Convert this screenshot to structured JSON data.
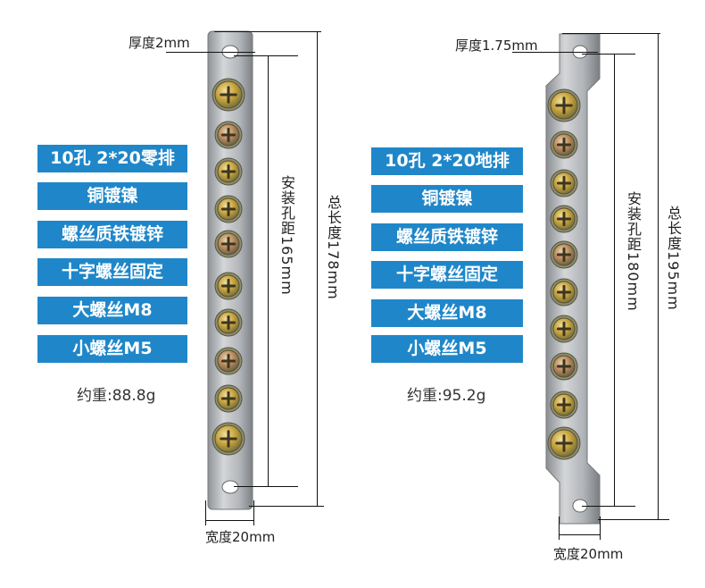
{
  "left": {
    "labels": [
      "10孔  2*20零排",
      "铜镀镍",
      "螺丝质铁镀锌",
      "十字螺丝固定",
      "大螺丝M8",
      "小螺丝M5"
    ],
    "weight": "约重:88.8g",
    "thickness": "厚度2mm",
    "width": "宽度20mm",
    "hole_distance": "安装孔距165mm",
    "total_length": "总长度178mm"
  },
  "right": {
    "labels": [
      "10孔  2*20地排",
      "铜镀镍",
      "螺丝质铁镀锌",
      "十字螺丝固定",
      "大螺丝M8",
      "小螺丝M5"
    ],
    "weight": "约重:95.2g",
    "thickness": "厚度1.75mm",
    "width": "宽度20mm",
    "hole_distance": "安装孔距180mm",
    "total_length": "总长度195mm"
  },
  "colors": {
    "label_bg": "#1f87c9",
    "bar_metal": "#b9bcc0",
    "screw_brass": "#c8a33c"
  }
}
